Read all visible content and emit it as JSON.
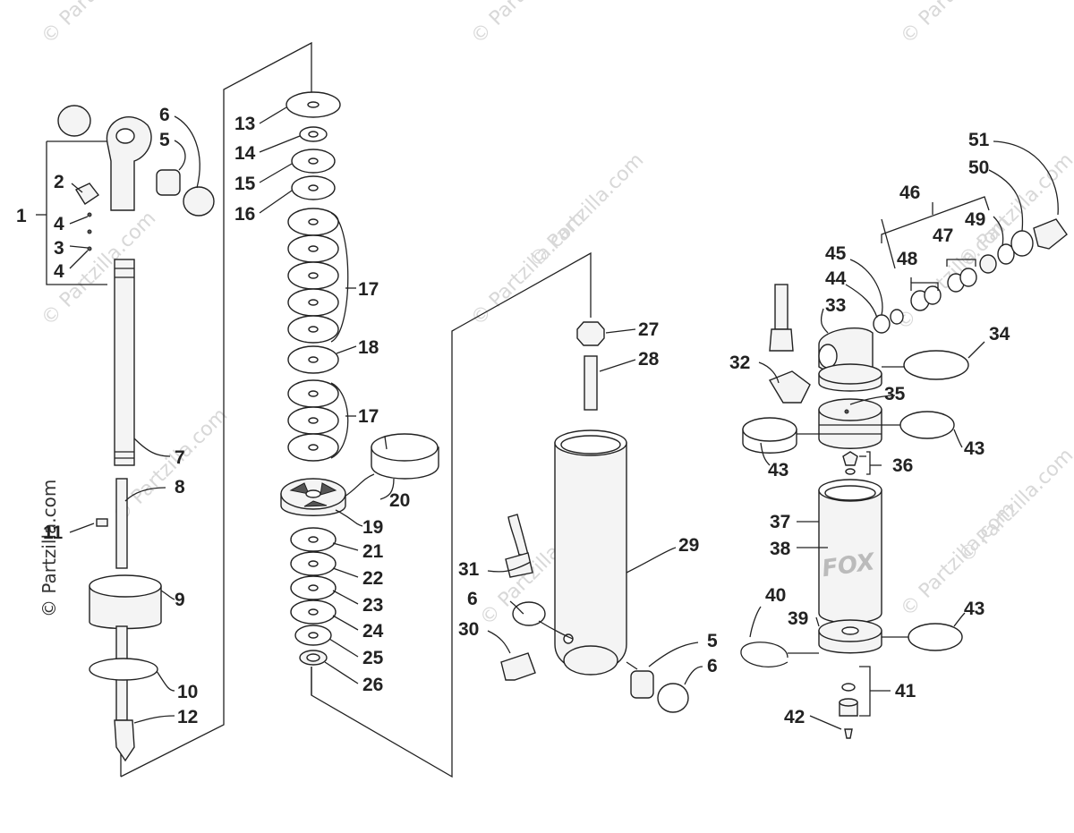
{
  "watermark": "© Partzilla.com",
  "brand_text": "FOX",
  "callouts": {
    "c1": "1",
    "c2": "2",
    "c3": "3",
    "c4a": "4",
    "c4b": "4",
    "c5a": "5",
    "c5b": "5",
    "c6a": "6",
    "c6b": "6",
    "c6c": "6",
    "c7": "7",
    "c8": "8",
    "c9": "9",
    "c10": "10",
    "c11": "11",
    "c12": "12",
    "c13": "13",
    "c14": "14",
    "c15": "15",
    "c16": "16",
    "c17a": "17",
    "c17b": "17",
    "c18": "18",
    "c19": "19",
    "c20": "20",
    "c21": "21",
    "c22": "22",
    "c23": "23",
    "c24": "24",
    "c25": "25",
    "c26": "26",
    "c27": "27",
    "c28": "28",
    "c29": "29",
    "c30": "30",
    "c31": "31",
    "c32": "32",
    "c33": "33",
    "c34": "34",
    "c35": "35",
    "c36": "36",
    "c37": "37",
    "c38": "38",
    "c39": "39",
    "c40": "40",
    "c41": "41",
    "c42": "42",
    "c43a": "43",
    "c43b": "43",
    "c43c": "43",
    "c44": "44",
    "c45": "45",
    "c46": "46",
    "c47": "47",
    "c48": "48",
    "c49": "49",
    "c50": "50",
    "c51": "51"
  }
}
